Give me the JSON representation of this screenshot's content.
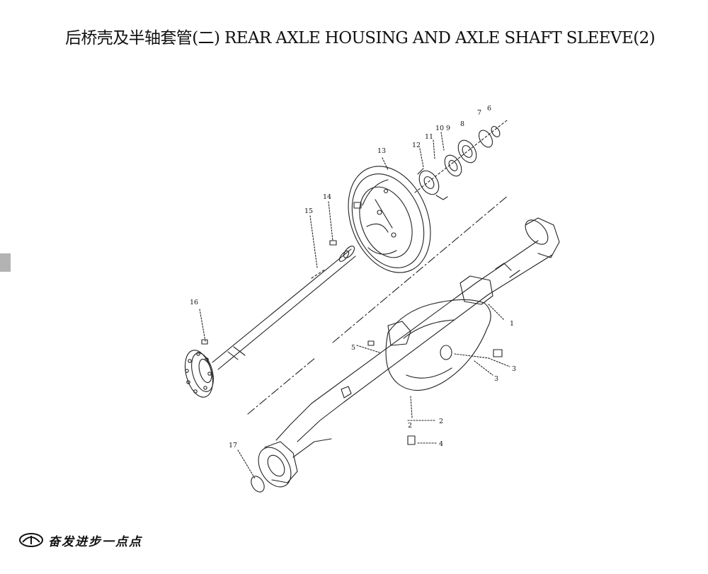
{
  "title": "后桥壳及半轴套管(二) REAR AXLE HOUSING AND AXLE SHAFT SLEEVE(2)",
  "callouts": {
    "c1": "1",
    "c2": "2",
    "c2b": "2",
    "c3": "3",
    "c3b": "3",
    "c4": "4",
    "c5": "5",
    "c6": "6",
    "c7": "7",
    "c8": "8",
    "c9": "9",
    "c10": "10",
    "c11": "11",
    "c12": "12",
    "c13": "13",
    "c14": "14",
    "c15": "15",
    "c16": "16",
    "c17": "17"
  },
  "footer": {
    "brand_text": "奋发进步一点点"
  }
}
